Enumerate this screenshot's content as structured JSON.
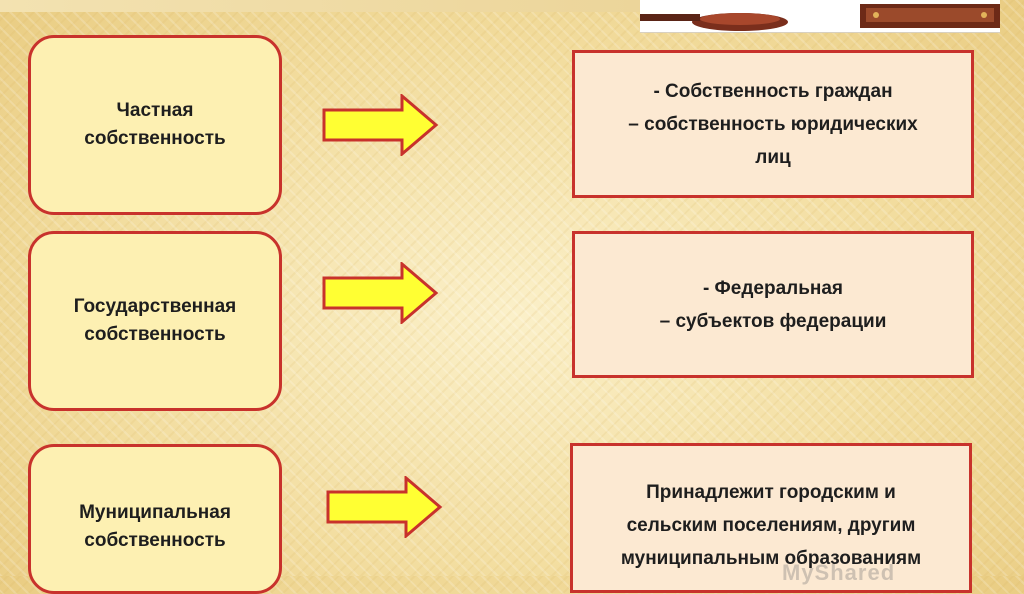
{
  "rows": [
    {
      "left_label": "Частная\nсобственность",
      "right_text": "- Собственность граждан\n– собственность юридических\nлиц"
    },
    {
      "left_label": "Государственная\nсобственность",
      "right_text": "- Федеральная\n– субъектов федерации"
    },
    {
      "left_label": "Муниципальная\nсобственность",
      "right_text": "Принадлежит городским и\nсельским поселениям, другим\nмуниципальным образованиям"
    }
  ],
  "watermark": "MyShared",
  "colors": {
    "box_border": "#c8322c",
    "left_fill": "#fdf0b2",
    "right_fill": "#fce9d2",
    "arrow_fill": "#ffff33"
  },
  "icons": [
    "arrow-right-icon"
  ]
}
